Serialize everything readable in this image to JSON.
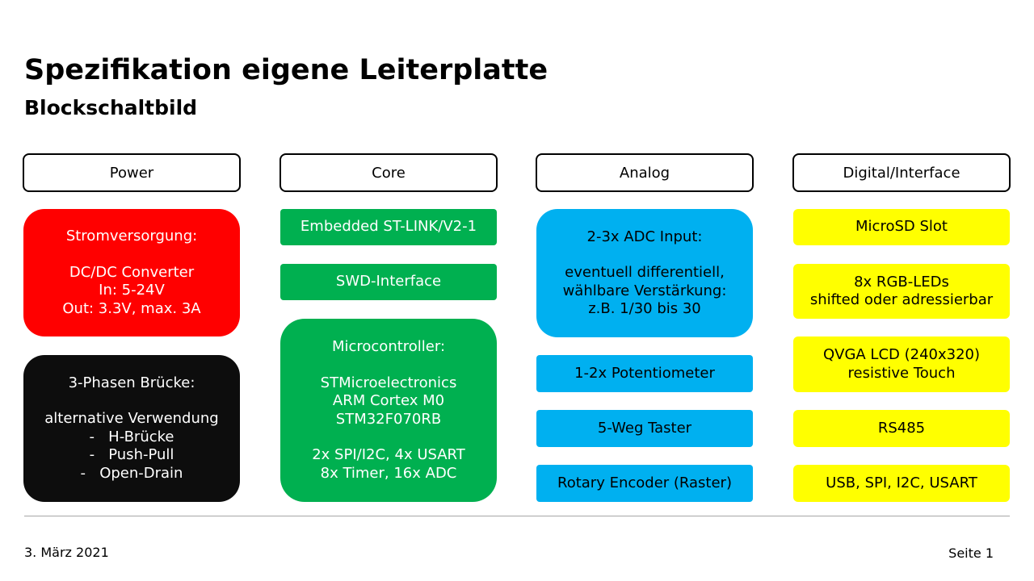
{
  "slide": {
    "title": "Spezifikation eigene Leiterplatte",
    "subtitle": "Blockschaltbild"
  },
  "columns": {
    "power": {
      "header": "Power"
    },
    "core": {
      "header": "Core"
    },
    "analog": {
      "header": "Analog"
    },
    "digital": {
      "header": "Digital/Interface"
    }
  },
  "blocks": {
    "stromversorgung": {
      "heading": "Stromversorgung:",
      "lines": [
        "DC/DC Converter",
        "In: 5-24V",
        "Out: 3.3V, max. 3A"
      ]
    },
    "bruecke": {
      "heading": "3-Phasen Brücke:",
      "intro": "alternative Verwendung",
      "items": [
        "-   H-Brücke",
        "-   Push-Pull",
        "-   Open-Drain"
      ]
    },
    "stlink": "Embedded ST-LINK/V2-1",
    "swd": "SWD-Interface",
    "microcontroller": {
      "heading": "Microcontroller:",
      "lines": [
        "STMicroelectronics",
        "ARM Cortex M0",
        "STM32F070RB"
      ],
      "features": [
        "2x SPI/I2C, 4x USART",
        "8x Timer, 16x ADC"
      ]
    },
    "adc": {
      "heading": "2-3x ADC Input:",
      "lines": [
        "eventuell differentiell,",
        "wählbare Verstärkung:",
        "z.B. 1/30 bis 30"
      ]
    },
    "potentiometer": "1-2x Potentiometer",
    "taster": "5-Weg Taster",
    "encoder": "Rotary Encoder (Raster)",
    "microsd": "MicroSD Slot",
    "rgb": [
      "8x RGB-LEDs",
      "shifted oder adressierbar"
    ],
    "lcd": [
      "QVGA LCD (240x320)",
      "resistive Touch"
    ],
    "rs485": "RS485",
    "interfaces": "USB, SPI, I2C, USART"
  },
  "footer": {
    "date": "3. März 2021",
    "page": "Seite 1"
  },
  "colors": {
    "power_supply": "#ff0000",
    "bridge": "#0d0d0d",
    "core": "#00b050",
    "analog": "#00b0f0",
    "digital": "#ffff00"
  }
}
